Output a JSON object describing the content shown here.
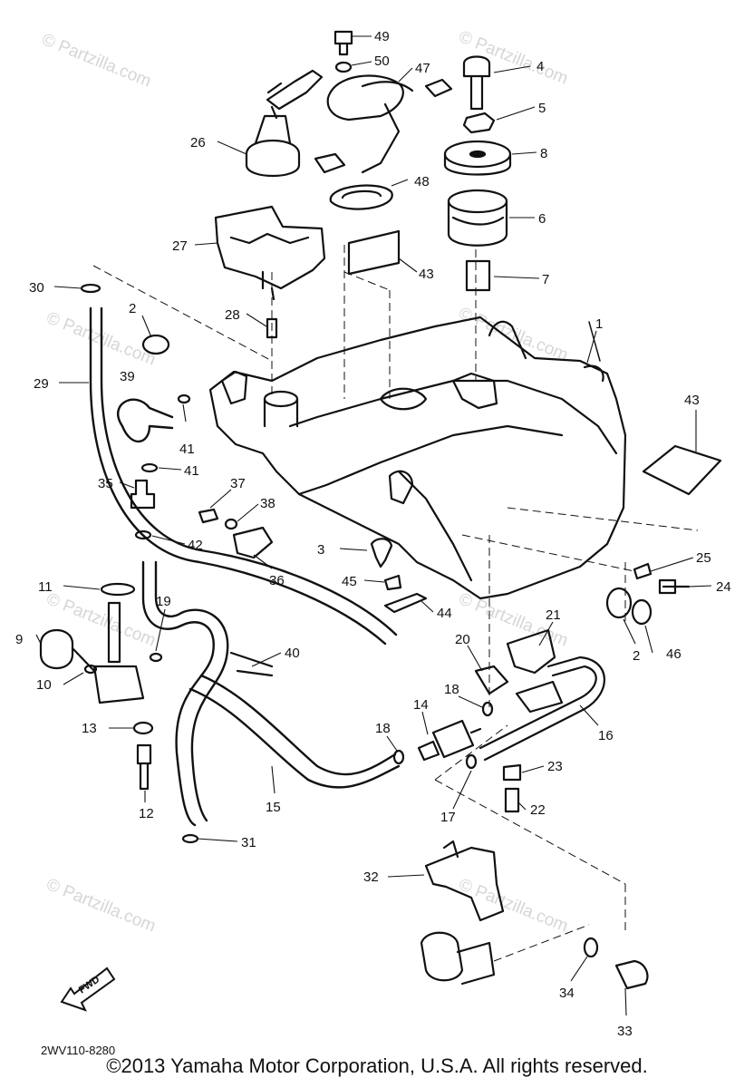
{
  "diagram_code": "2WV110-8280",
  "copyright": "©2013 Yamaha Motor Corporation, U.S.A. All rights reserved.",
  "watermark": "© Partzilla.com",
  "forward_label": "FWD",
  "callouts": [
    "1",
    "2",
    "2",
    "3",
    "4",
    "5",
    "6",
    "7",
    "8",
    "9",
    "10",
    "11",
    "12",
    "13",
    "14",
    "15",
    "16",
    "17",
    "18",
    "18",
    "19",
    "20",
    "21",
    "22",
    "23",
    "24",
    "25",
    "26",
    "27",
    "28",
    "29",
    "30",
    "31",
    "32",
    "33",
    "34",
    "35",
    "36",
    "37",
    "38",
    "39",
    "40",
    "41",
    "41",
    "42",
    "43",
    "43",
    "44",
    "45",
    "46",
    "47",
    "48",
    "49",
    "50"
  ]
}
